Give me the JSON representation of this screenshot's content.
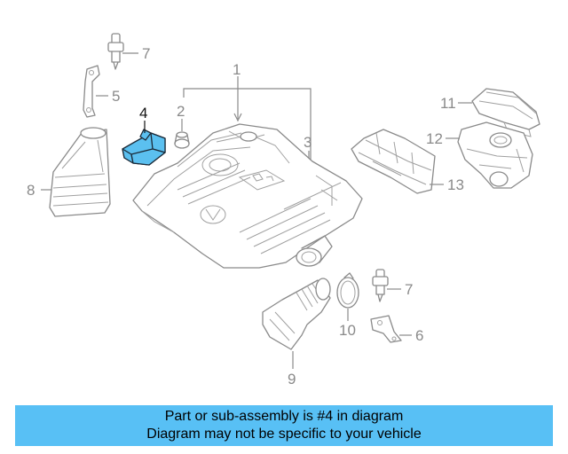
{
  "diagram": {
    "callouts": {
      "c1": "1",
      "c2": "2",
      "c3": "3",
      "c4": "4",
      "c5": "5",
      "c6": "6",
      "c7a": "7",
      "c7b": "7",
      "c8": "8",
      "c9": "9",
      "c10": "10",
      "c11": "11",
      "c12": "12",
      "c13": "13"
    },
    "highlighted_part": "4",
    "highlight_color": "#5bc0f0",
    "line_color": "#8a8a8a"
  },
  "banner": {
    "line1": "Part or sub-assembly is #4 in diagram",
    "line2": "Diagram may not be specific to your vehicle",
    "background_color": "#58c0f5"
  }
}
